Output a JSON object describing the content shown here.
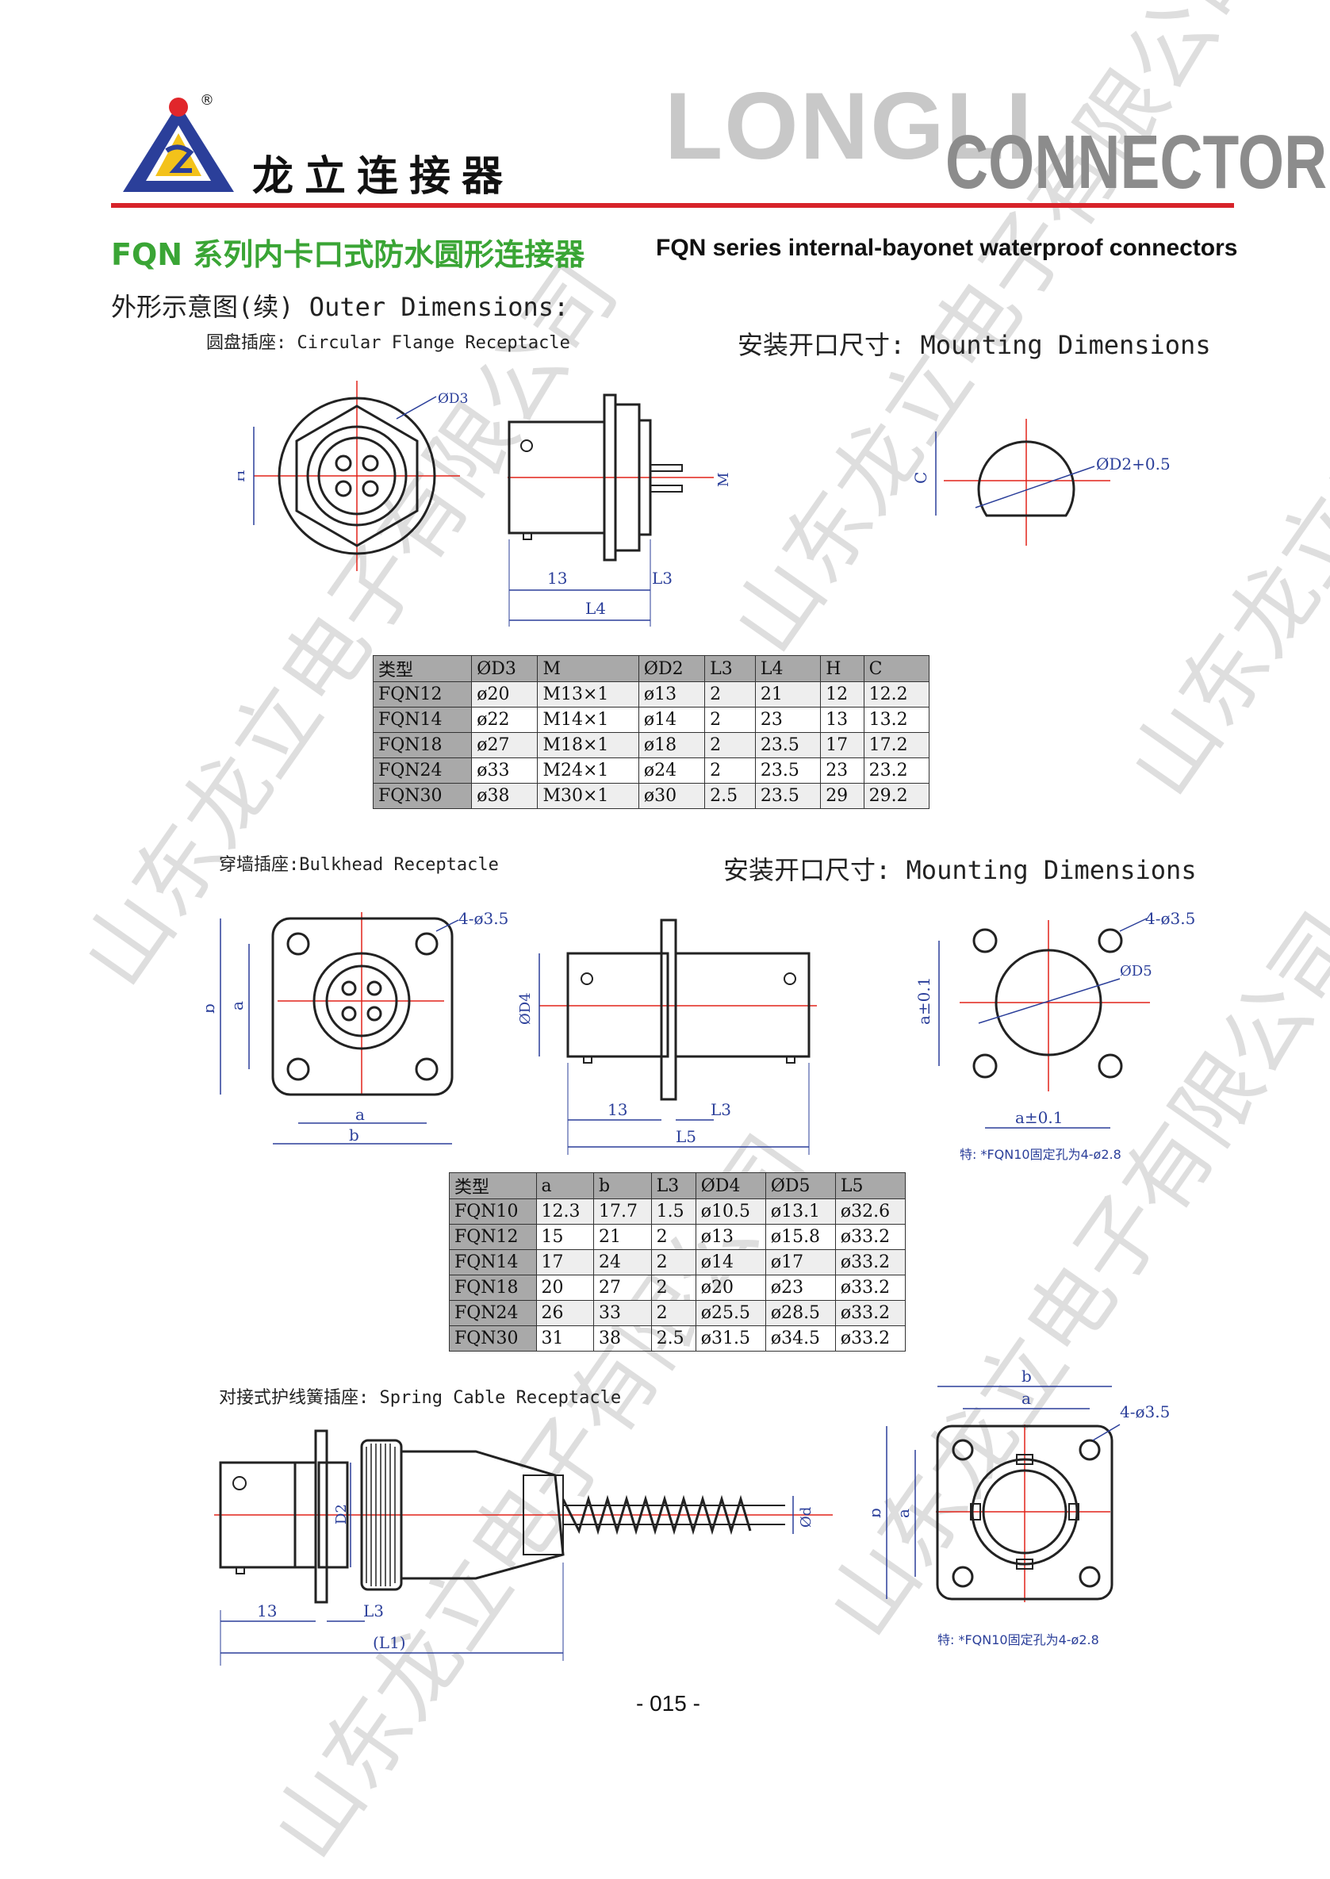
{
  "header": {
    "brand_cn": "龙立连接器",
    "brand_en_big": "LONGLI",
    "brand_en_connector": "CONNECTOR",
    "registered_mark": "®",
    "colors": {
      "red_rule": "#d7232a",
      "logo_blue": "#2b3f9a",
      "logo_yellow": "#f3c21a",
      "logo_red": "#e1262b"
    }
  },
  "title": {
    "cn": "FQN 系列内卡口式防水圆形连接器",
    "en": "FQN series internal-bayonet waterproof connectors",
    "color": "#3aa535"
  },
  "section_outer": {
    "heading": "外形示意图(续) Outer Dimensions:",
    "circular_label": "圆盘插座: Circular Flange Receptacle",
    "mounting_label": "安装开口尺寸: Mounting Dimensions",
    "drawing_labels": {
      "d3": "ØD3",
      "h": "H",
      "m": "M",
      "dim13": "13",
      "l3": "L3",
      "l4": "L4",
      "c": "C",
      "d2": "ØD2+0.5"
    }
  },
  "table1": {
    "headers": [
      "类型",
      "ØD3",
      "M",
      "ØD2",
      "L3",
      "L4",
      "H",
      "C"
    ],
    "rows": [
      [
        "FQN12",
        "ø20",
        "M13×1",
        "ø13",
        "2",
        "21",
        "12",
        "12.2"
      ],
      [
        "FQN14",
        "ø22",
        "M14×1",
        "ø14",
        "2",
        "23",
        "13",
        "13.2"
      ],
      [
        "FQN18",
        "ø27",
        "M18×1",
        "ø18",
        "2",
        "23.5",
        "17",
        "17.2"
      ],
      [
        "FQN24",
        "ø33",
        "M24×1",
        "ø24",
        "2",
        "23.5",
        "23",
        "23.2"
      ],
      [
        "FQN30",
        "ø38",
        "M30×1",
        "ø30",
        "2.5",
        "23.5",
        "29",
        "29.2"
      ]
    ]
  },
  "section_bulkhead": {
    "label": "穿墙插座:Bulkhead Receptacle",
    "mounting_label": "安装开口尺寸: Mounting Dimensions",
    "drawing_labels": {
      "holes": "4-ø3.5",
      "a": "a",
      "b": "b",
      "d4": "ØD4",
      "dim13": "13",
      "l3": "L3",
      "l5": "L5",
      "a_tol": "a±0.1",
      "d5": "ØD5"
    },
    "note": "特: *FQN10固定孔为4-ø2.8"
  },
  "table2": {
    "headers": [
      "类型",
      "a",
      "b",
      "L3",
      "ØD4",
      "ØD5",
      "L5"
    ],
    "rows": [
      [
        "FQN10",
        "12.3",
        "17.7",
        "1.5",
        "ø10.5",
        "ø13.1",
        "ø32.6"
      ],
      [
        "FQN12",
        "15",
        "21",
        "2",
        "ø13",
        "ø15.8",
        "ø33.2"
      ],
      [
        "FQN14",
        "17",
        "24",
        "2",
        "ø14",
        "ø17",
        "ø33.2"
      ],
      [
        "FQN18",
        "20",
        "27",
        "2",
        "ø20",
        "ø23",
        "ø33.2"
      ],
      [
        "FQN24",
        "26",
        "33",
        "2",
        "ø25.5",
        "ø28.5",
        "ø33.2"
      ],
      [
        "FQN30",
        "31",
        "38",
        "2.5",
        "ø31.5",
        "ø34.5",
        "ø33.2"
      ]
    ]
  },
  "section_spring": {
    "label": "对接式护线簧插座: Spring Cable Receptacle",
    "drawing_labels": {
      "d2": "D2",
      "od": "Ød",
      "dim13": "13",
      "l3": "L3",
      "l1": "(L1)",
      "a": "a",
      "b": "b",
      "holes": "4-ø3.5"
    },
    "note": "特: *FQN10固定孔为4-ø2.8"
  },
  "footer": {
    "page_number": "- 015 -"
  },
  "watermark_text": "山东龙立电子有限公司"
}
